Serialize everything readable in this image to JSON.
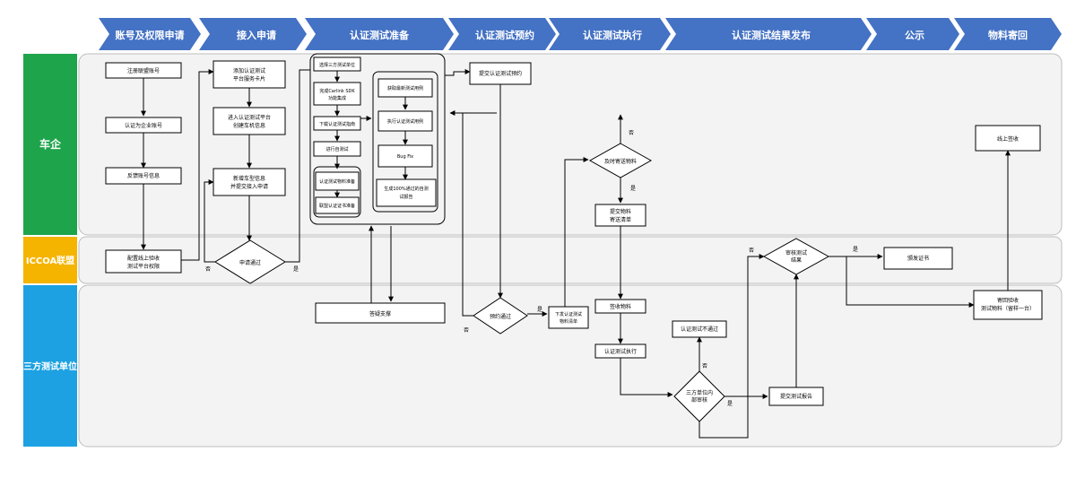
{
  "phases": [
    "账号及权限申请",
    "接入申请",
    "认证测试准备",
    "认证测试预约",
    "认证测试执行",
    "认证测试结果发布",
    "公示",
    "物料寄回"
  ],
  "lanes": [
    "车企",
    "ICCOA联盟",
    "三方测试单位"
  ],
  "colors": {
    "phase_fill": "#4472c4",
    "lane_company": "#1ea44b",
    "lane_iccoa": "#f5b400",
    "lane_third": "#1da1e2",
    "lane_bg": "#f3f3f3"
  },
  "nodes": {
    "register": "注册联盟账号",
    "certify_company": "认证为企业账号",
    "feedback_account": "反馈账号信息",
    "config_platform": [
      "配置线上验收",
      "测试平台权限"
    ],
    "add_card": [
      "添加认证测试",
      "平台服务卡片"
    ],
    "enter_platform": [
      "进入认证测试平台",
      "创建车机信息"
    ],
    "add_model": [
      "新增车型信息",
      "并提交接入申请"
    ],
    "apply_pass": "申请通过",
    "select_unit": "选择三方测试单位",
    "carlink_sdk": [
      "完成Carlink SDK",
      "功能集成"
    ],
    "download_guide": "下载认证测试指南",
    "self_test": "进行自测试",
    "prepare_material": "认证测试物料准备",
    "prepare_cert_book": "联盟认证证书准备",
    "get_cases": "获取最新测试用例",
    "run_cases": "执行认证测试用例",
    "bug_fix": "Bug Fix",
    "gen_report": [
      "生成100%通过的自测",
      "试报告"
    ],
    "submit_booking": "提交认证测试预约",
    "qa_support": "答疑支撑",
    "booking_pass": "预约通过",
    "issue_list": [
      "下发认证测试",
      "物料清单"
    ],
    "ship_decision": "及时寄送物料",
    "submit_material": [
      "提交物料",
      "寄送清单"
    ],
    "sign_material": "签收物料",
    "exec_test": "认证测试执行",
    "internal_review": [
      "三方单位内",
      "部审核"
    ],
    "test_fail": "认证测试不通过",
    "submit_report": "提交测试报告",
    "review_result": [
      "审核测试",
      "结果"
    ],
    "issue_cert": "颁发证书",
    "return_material": [
      "寄回验收",
      "测试物料（留样一台）"
    ],
    "online_sign": "线上签收"
  },
  "edge_labels": {
    "yes": "是",
    "no": "否"
  }
}
